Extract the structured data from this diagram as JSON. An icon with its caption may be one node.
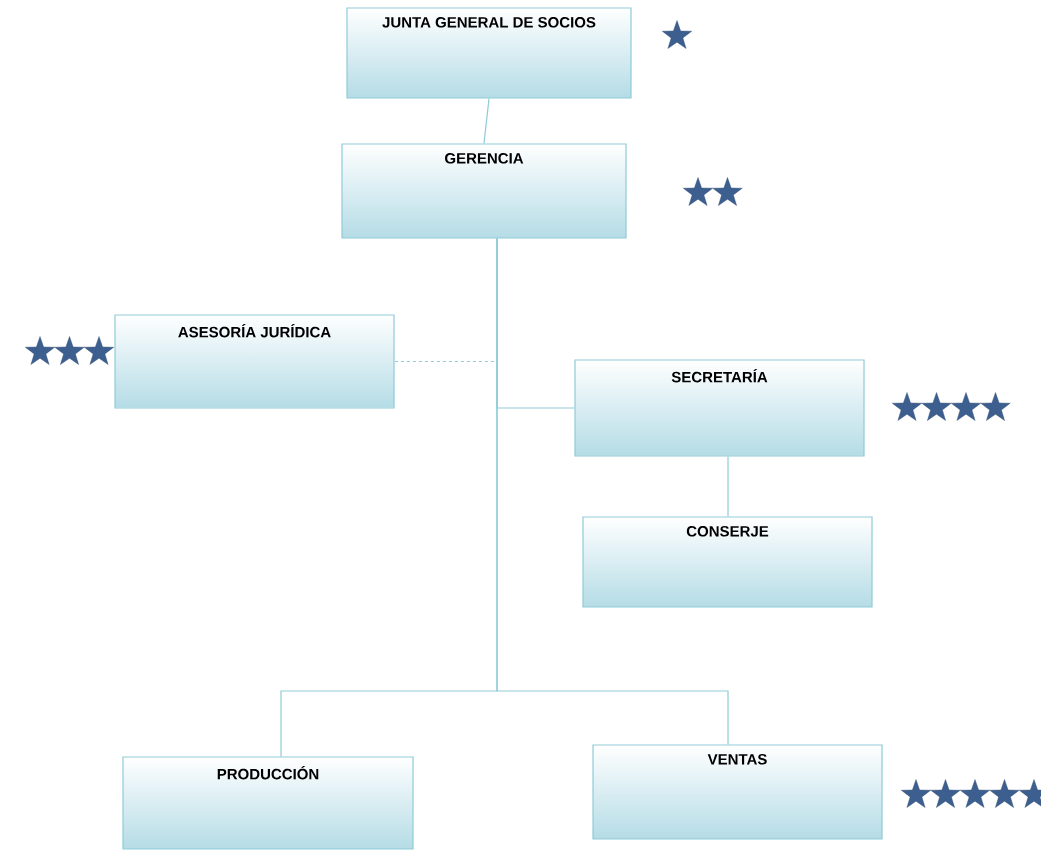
{
  "diagram": {
    "nodes": [
      {
        "text": [
          "JUNTA GENERAL DE SOCIOS"
        ]
      },
      {
        "text": [
          "GERENCIA"
        ]
      },
      {
        "text": [
          "ASESORÍA JURÍDICA"
        ]
      },
      {
        "text": [
          "SECRETARÍA"
        ]
      },
      {
        "text": [
          "CONSERJE"
        ]
      },
      {
        "text": [
          "PRODUCCIÓN"
        ]
      },
      {
        "text": [
          "VENTAS"
        ]
      }
    ],
    "edges": [
      {
        "from": 0,
        "to": 1,
        "arrow": "none"
      },
      {
        "from": 1,
        "to": 2,
        "arrow": "none",
        "style": "dashed"
      },
      {
        "from": 1,
        "to": 3,
        "arrow": "none"
      },
      {
        "from": 3,
        "to": 4,
        "arrow": "none"
      },
      {
        "from": 1,
        "to": 5,
        "arrow": "none"
      },
      {
        "from": 1,
        "to": 6,
        "arrow": "none"
      }
    ]
  }
}
